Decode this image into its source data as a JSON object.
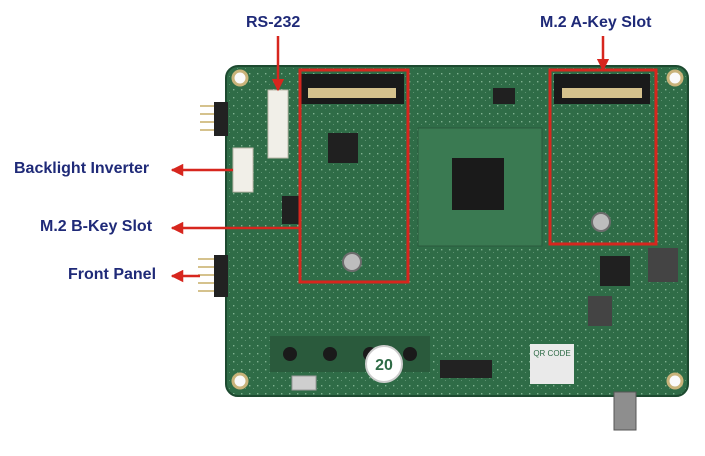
{
  "labels": {
    "rs232": "RS-232",
    "m2_a_key": "M.2 A-Key Slot",
    "backlight": "Backlight Inverter",
    "m2_b_key": "M.2 B-Key Slot",
    "front_panel": "Front Panel"
  },
  "board": {
    "qr_text": "QR CODE",
    "badge_number": "20"
  },
  "colors": {
    "label_text": "#1f2a78",
    "arrow": "#d7261e",
    "highlight_box": "#d7261e",
    "pcb": "#2e6b46",
    "pcb_dark": "#1d4a30",
    "chip": "#1a1a1a"
  }
}
